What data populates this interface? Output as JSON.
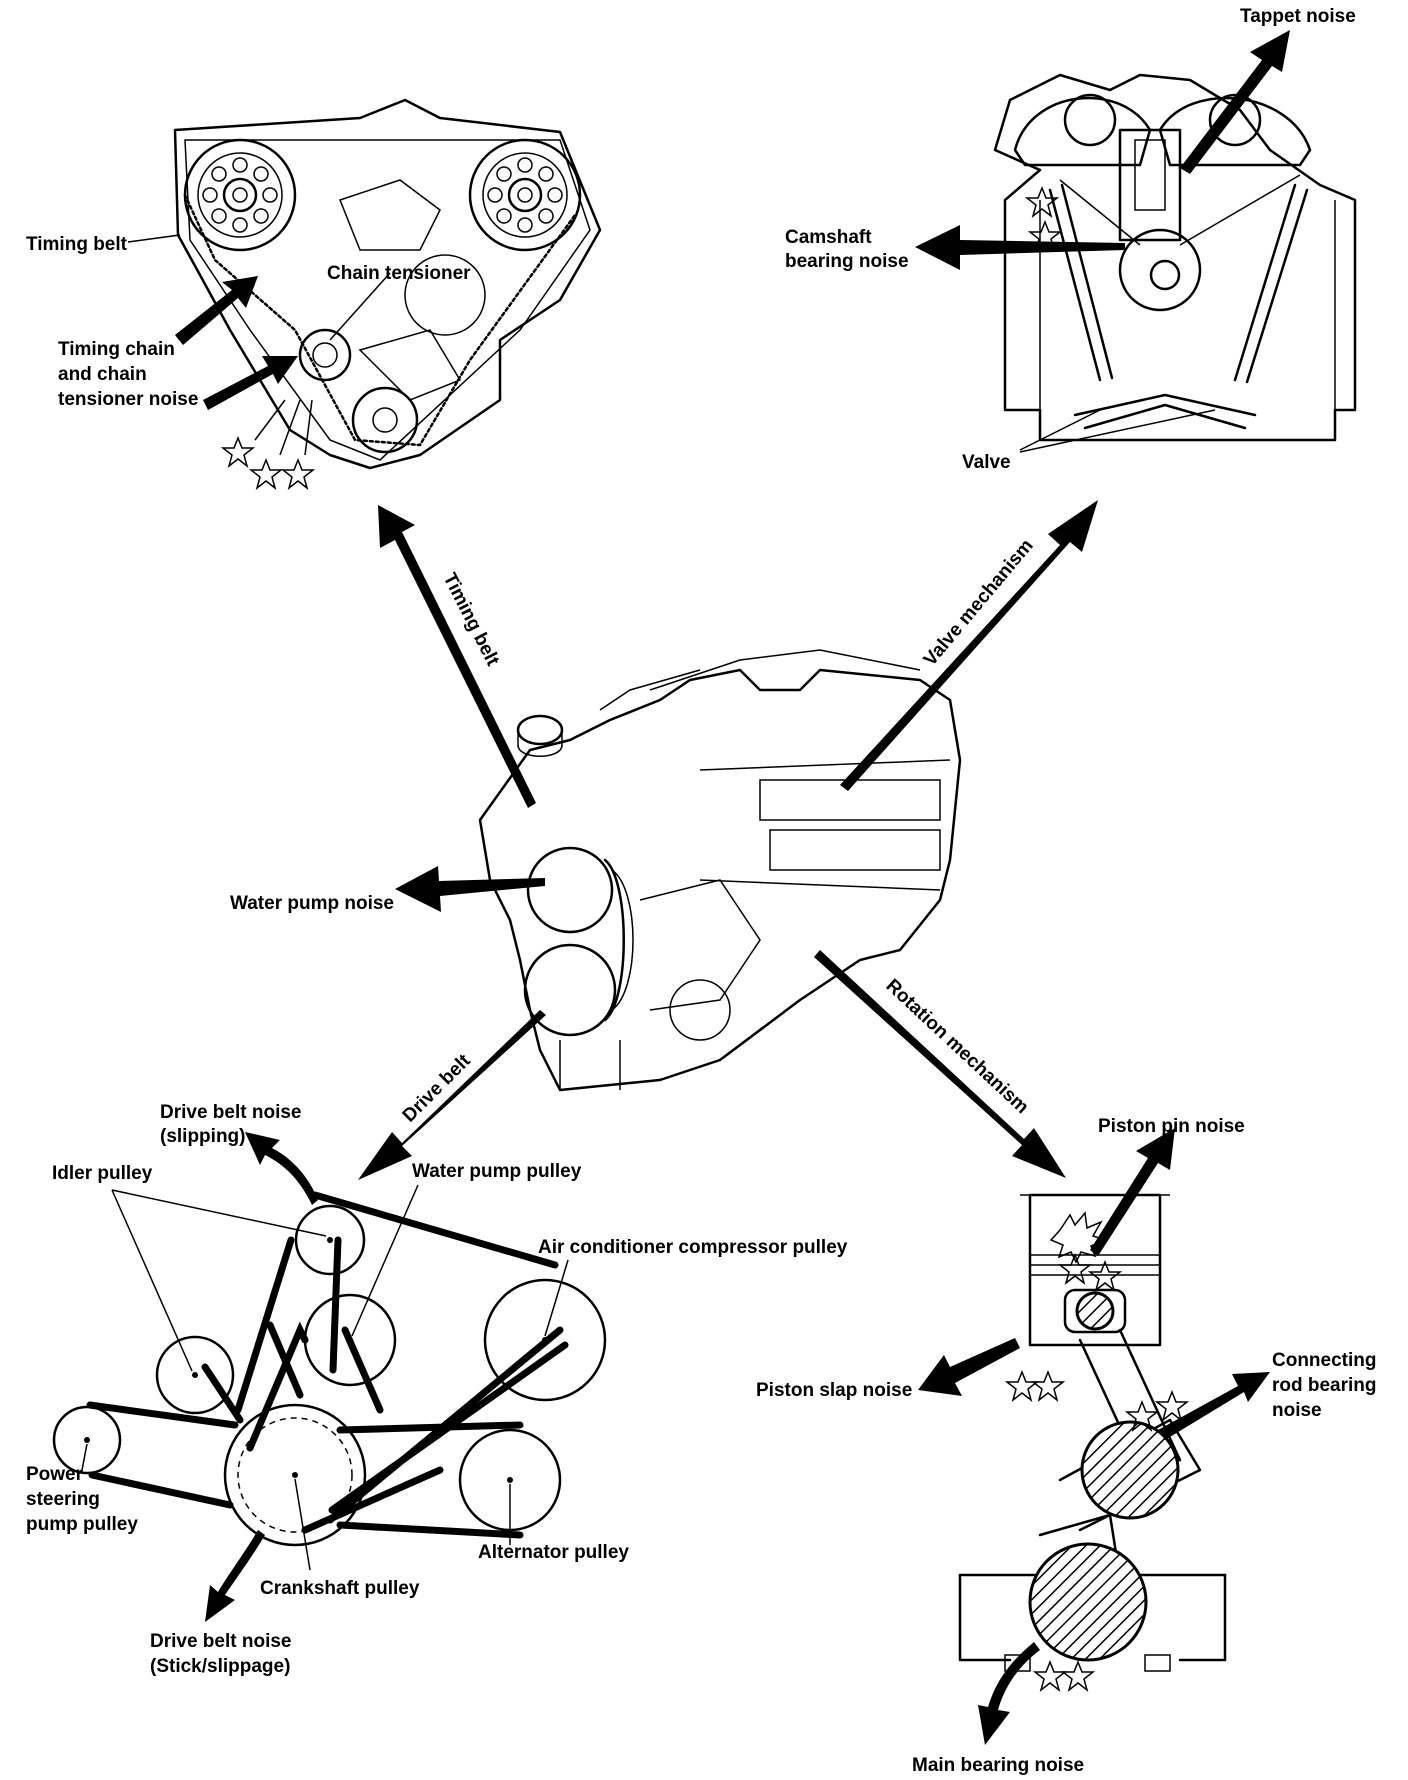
{
  "labels": {
    "timing_belt": "Timing belt",
    "chain_tensioner": "Chain tensioner",
    "timing_chain_noise": [
      "Timing chain",
      "and chain",
      "tensioner noise"
    ],
    "tappet_noise": "Tappet noise",
    "camshaft_bearing_noise": [
      "Camshaft",
      "bearing noise"
    ],
    "valve": "Valve",
    "timing_belt_arrow": "Timing belt",
    "valve_mechanism_arrow": "Valve mechanism",
    "water_pump_noise": "Water pump noise",
    "drive_belt_arrow": "Drive belt",
    "rotation_mechanism_arrow": "Rotation mechanism",
    "drive_belt_noise_slipping": [
      "Drive belt noise",
      "(slipping)"
    ],
    "idler_pulley": "Idler pulley",
    "water_pump_pulley": "Water pump pulley",
    "ac_compressor_pulley": "Air conditioner compressor pulley",
    "power_steering_pulley": [
      "Power",
      "steering",
      "pump pulley"
    ],
    "alternator_pulley": "Alternator pulley",
    "crankshaft_pulley": "Crankshaft pulley",
    "drive_belt_noise_stick": [
      "Drive belt noise",
      "(Stick/slippage)"
    ],
    "piston_pin_noise": "Piston pin noise",
    "piston_slap_noise": "Piston slap noise",
    "connecting_rod_noise": [
      "Connecting",
      "rod bearing",
      "noise"
    ],
    "main_bearing_noise": "Main bearing noise"
  }
}
